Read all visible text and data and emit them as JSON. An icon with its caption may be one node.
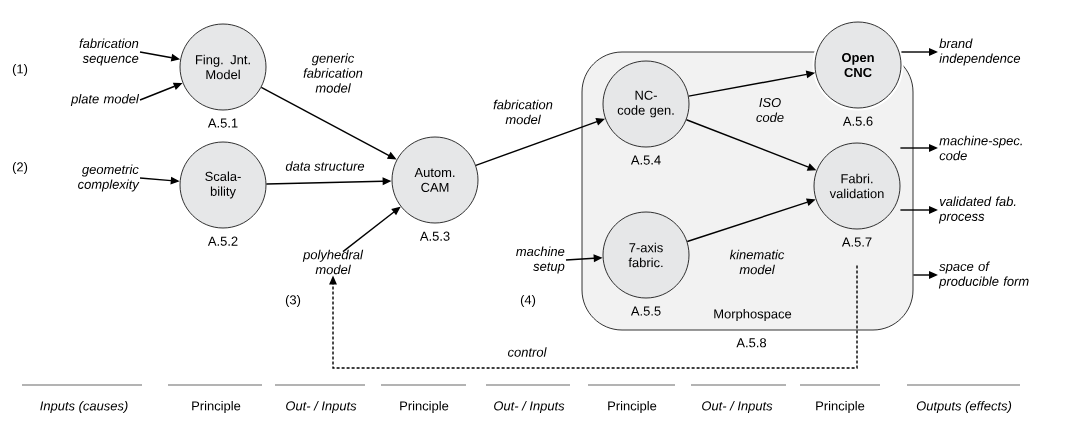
{
  "diagram": {
    "nodes": [
      {
        "text": [
          "fabrication sequence"
        ]
      },
      {
        "text": [
          "plate model"
        ]
      },
      {
        "text": [
          "Fing. Jnt. Model"
        ],
        "beside": [
          "A.5.1"
        ]
      },
      {
        "text": [
          "geometric complexity"
        ]
      },
      {
        "text": [
          "Scala- bility"
        ],
        "beside": [
          "A.5.2"
        ]
      },
      {
        "text": [
          "polyhedral model"
        ]
      },
      {
        "text": [
          "Autom. CAM"
        ],
        "beside": [
          "A.5.3"
        ]
      },
      {
        "text": [
          "Morphospace"
        ],
        "beside": [
          "A.5.8"
        ]
      },
      {
        "text": [
          "machine setup"
        ]
      },
      {
        "text": [
          "NC- code gen."
        ],
        "beside": [
          "A.5.4"
        ],
        "in": 7
      },
      {
        "text": [
          "7-axis fabric."
        ],
        "beside": [
          "A.5.5"
        ],
        "in": 7
      },
      {
        "text": [
          "Open CNC"
        ],
        "beside": [
          "A.5.6"
        ]
      },
      {
        "text": [
          "Fabri. validation"
        ],
        "beside": [
          "A.5.7"
        ],
        "in": 7
      },
      {
        "text": [
          "brand independence"
        ]
      },
      {
        "text": [
          "machine-spec. code"
        ]
      },
      {
        "text": [
          "validated fab. process"
        ]
      },
      {
        "text": [
          "space of producible form"
        ]
      }
    ],
    "edges": [
      {
        "from": 0,
        "to": 2,
        "arrow": "to"
      },
      {
        "from": 1,
        "to": 2,
        "arrow": "to"
      },
      {
        "from": 3,
        "to": 4,
        "arrow": "to"
      },
      {
        "from": 2,
        "to": 6,
        "arrow": "to",
        "label": "generic fabrication model"
      },
      {
        "from": 4,
        "to": 6,
        "arrow": "to",
        "label": "data structure"
      },
      {
        "from": 5,
        "to": 6,
        "arrow": "to"
      },
      {
        "from": 6,
        "to": 9,
        "arrow": "to",
        "label": "fabrication model"
      },
      {
        "from": 8,
        "to": 10,
        "arrow": "to"
      },
      {
        "from": 9,
        "to": 11,
        "arrow": "to",
        "label": "ISO code"
      },
      {
        "from": 9,
        "to": 12,
        "arrow": "to"
      },
      {
        "from": 10,
        "to": 12,
        "arrow": "to",
        "label": "kinematic model"
      },
      {
        "from": 11,
        "to": 13,
        "arrow": "to"
      },
      {
        "from": 12,
        "to": 14,
        "arrow": "to"
      },
      {
        "from": 12,
        "to": 15,
        "arrow": "to"
      },
      {
        "from": 7,
        "to": 16,
        "arrow": "to"
      },
      {
        "from": 12,
        "to": 5,
        "arrow": "to",
        "style": "dashed",
        "label": "control"
      }
    ],
    "labels": [
      "(1)",
      "(2)",
      "(3)",
      "(4)",
      "Inputs (causes)",
      "Principle",
      "Out- / Inputs",
      "Principle",
      "Out- / Inputs",
      "Principle",
      "Out- / Inputs",
      "Principle",
      "Outputs (effects)"
    ]
  }
}
